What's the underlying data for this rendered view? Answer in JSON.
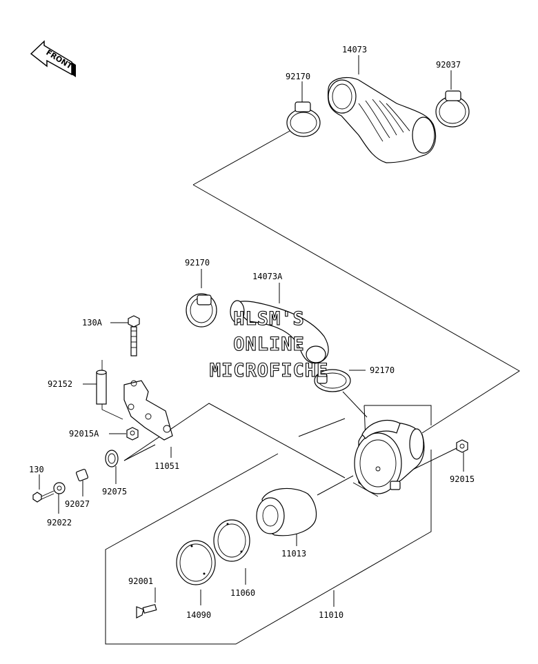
{
  "front_label": "FRONT",
  "watermark": [
    "HLSM'S",
    "ONLINE",
    "MICROFICHE"
  ],
  "parts": {
    "p14073": "14073",
    "p92170_top": "92170",
    "p92037": "92037",
    "p92170_mid": "92170",
    "p14073A": "14073A",
    "p130A": "130A",
    "p92152": "92152",
    "p92170_right": "92170",
    "p92015A": "92015A",
    "p11051": "11051",
    "p130": "130",
    "p92075": "92075",
    "p92027": "92027",
    "p92022": "92022",
    "p92015": "92015",
    "p11013": "11013",
    "p92001": "92001",
    "p11060": "11060",
    "p14090": "14090",
    "p11010": "11010"
  }
}
